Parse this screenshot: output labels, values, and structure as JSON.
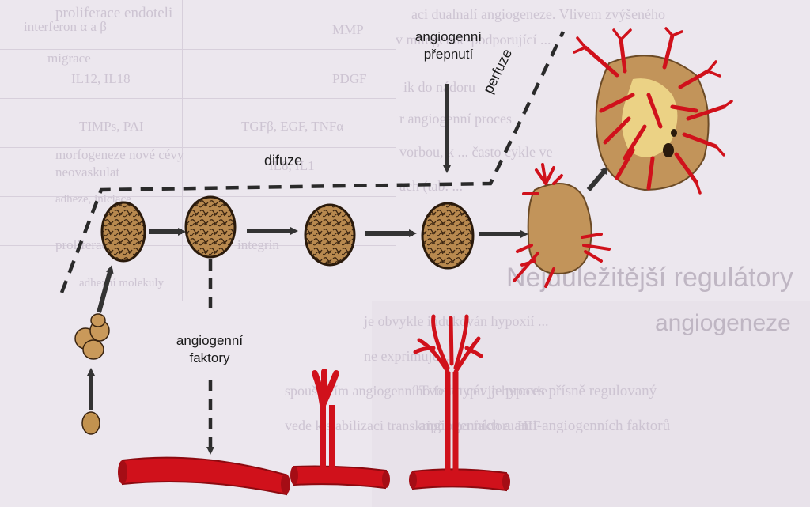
{
  "labels": {
    "angiogenic_switch_line1": "angiogenní",
    "angiogenic_switch_line2": "přepnutí",
    "perfusion": "perfuze",
    "diffusion": "difuze",
    "angiogenic_factors_line1": "angiogenní",
    "angiogenic_factors_line2": "faktory"
  },
  "background_text": {
    "table_cells": [
      "proliferace endoteli",
      "interferon α a β",
      "MMP",
      "migrace",
      "PDGF",
      "IL12, IL18",
      "TGFβ, EGF, TNFα",
      "TIMPs, PAI",
      "morfogeneze nové cévy",
      "IL8, IL1",
      "neovaskulat",
      "adheze, iniciace",
      "proliferace",
      "integrin",
      "adhezní molekuly"
    ],
    "right_column_lines": [
      "aci dualnalí angiogeneze. Vlivem zvýšeného",
      "v mitogenně-podporující ...",
      "ik do nádoru",
      "r angiogenní proces",
      "vorbou, k ... často cykle ve",
      "ach (tab. ..."
    ],
    "heading_line1": "Nejdůležitější regulátory",
    "heading_line2": "angiogeneze",
    "left_paragraph_lines": [
      "je obvykle indukován hypoxií ...",
      "ne exprimuje...",
      "spouštěcím angiogenního fenotypu je hypoxie",
      "vede k stabilizaci transkripčního faktoru HIF",
      "...",
      "..."
    ],
    "right_paragraph_lines": [
      "Tvorba cév je proces přísně regulovaný",
      "angiogenních a anti-angiogenních faktorů",
      "...",
      "..."
    ]
  },
  "colors": {
    "tumor_fill": "#b8894f",
    "tumor_dark": "#3a2410",
    "vessel_red": "#d0111b",
    "vessel_dark": "#8c0a10",
    "arrow": "#333333",
    "background": "#ece7ee"
  }
}
